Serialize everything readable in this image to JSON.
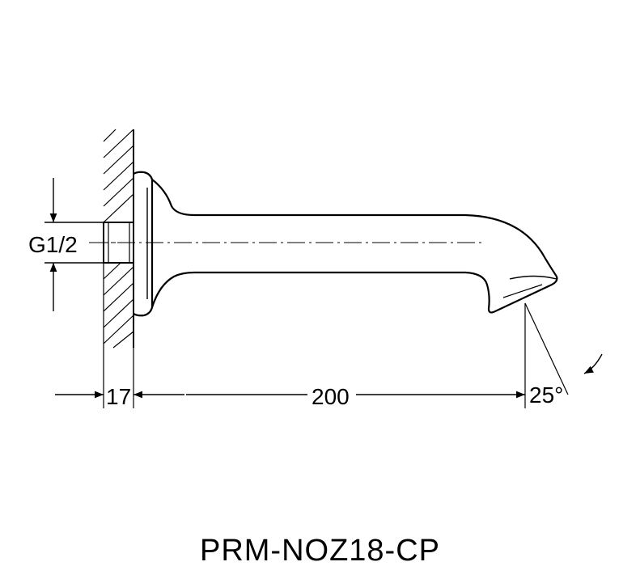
{
  "dimensions": {
    "thread": "G1/2",
    "wall_offset": "17",
    "spout_length": "200",
    "angle": "25°"
  },
  "model_code": "PRM-NOZ18-CP"
}
